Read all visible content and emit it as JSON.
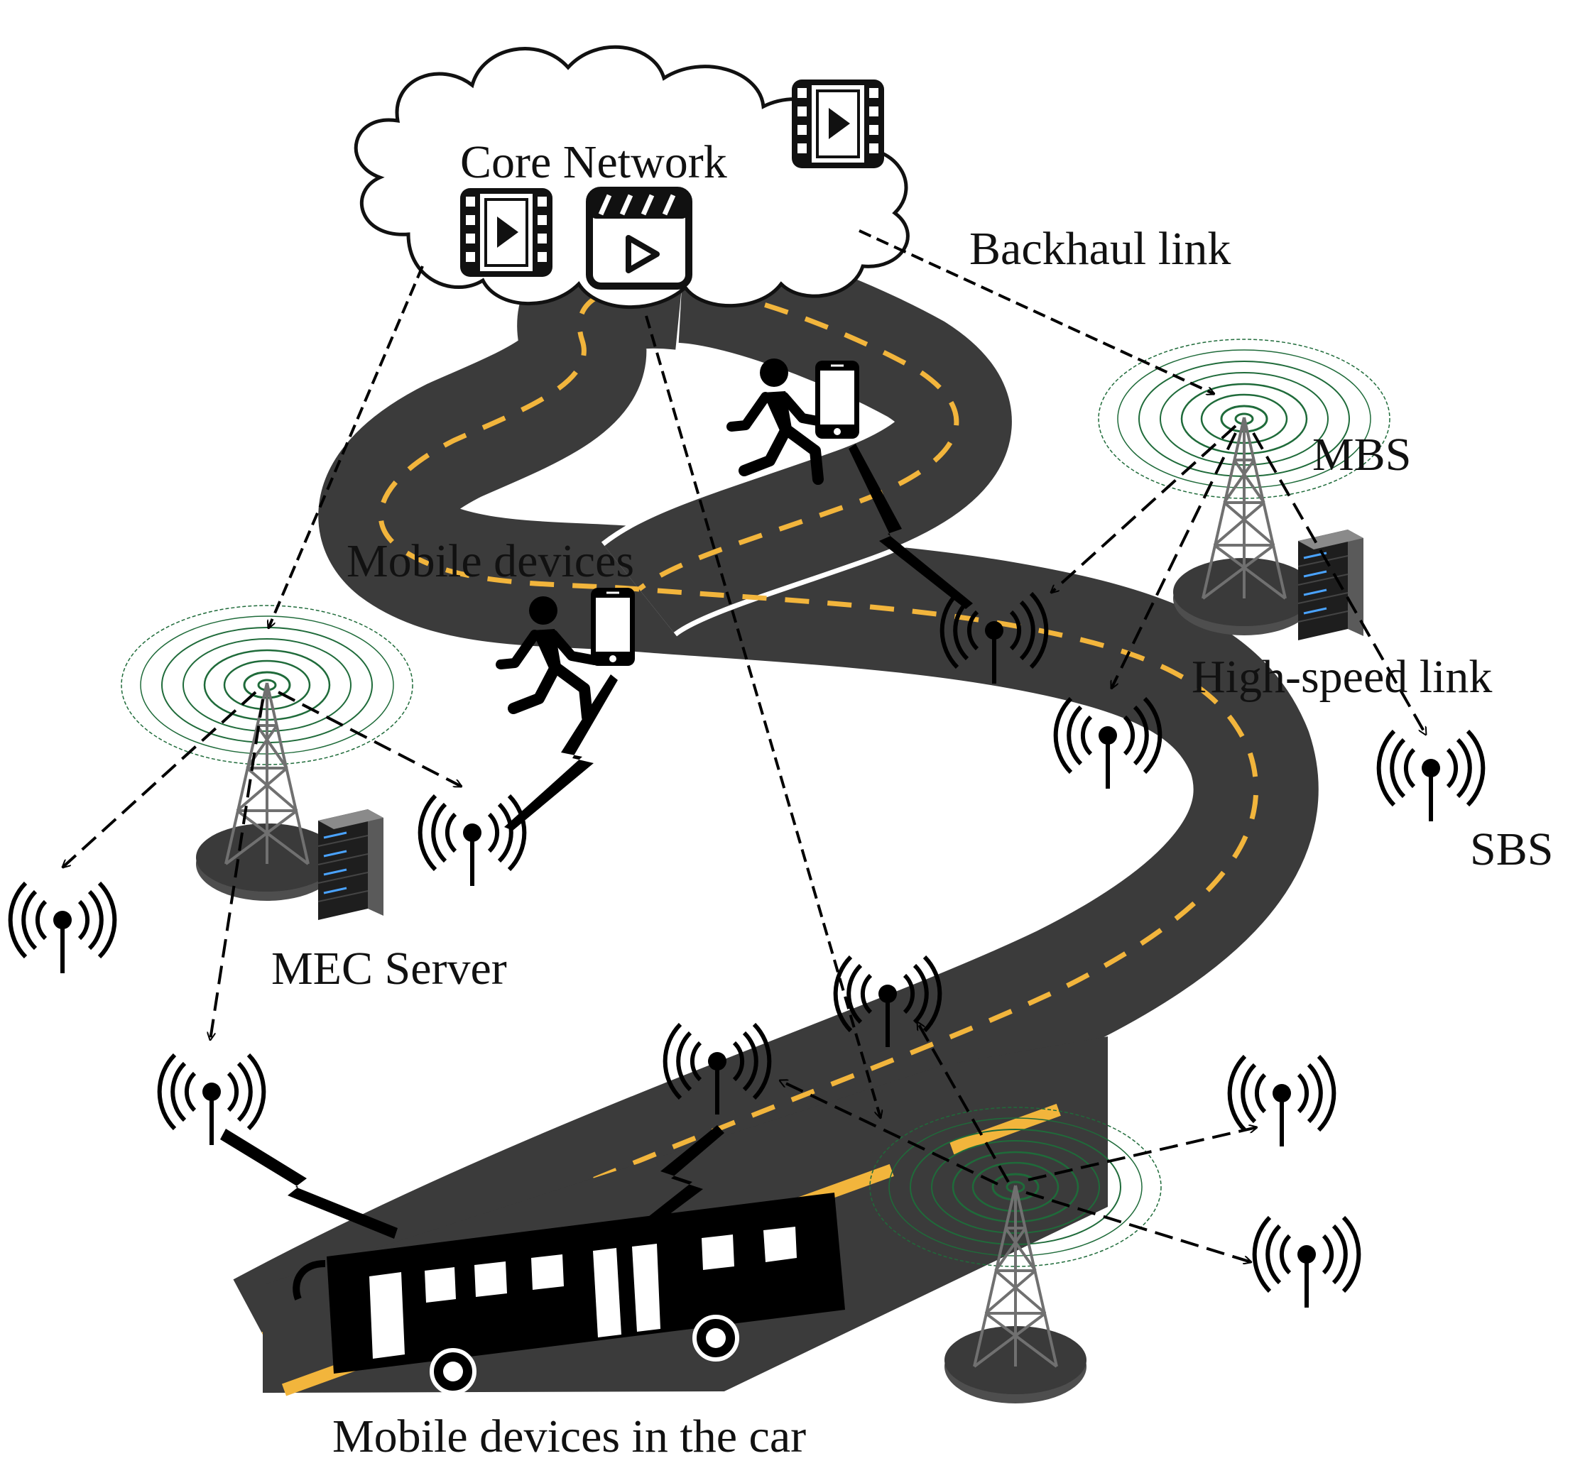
{
  "labels": {
    "core_network": "Core Network",
    "backhaul_link": "Backhaul link",
    "mbs": "MBS",
    "high_speed_link": "High-speed link",
    "sbs": "SBS",
    "mobile_devices": "Mobile devices",
    "mec_server": "MEC Server",
    "mobile_devices_in_car": "Mobile devices in the car"
  },
  "colors": {
    "road": "#3b3b3b",
    "road_edge": "#ffffff",
    "lane_marking": "#f2b53c",
    "coverage_ring": "#1f6b3a",
    "ink": "#000000"
  },
  "icons": [
    "cloud-icon",
    "video-file-icon",
    "clapperboard-icon",
    "tower-icon",
    "server-icon",
    "antenna-icon",
    "pedestrian-icon",
    "smartphone-icon",
    "bus-icon",
    "wireless-bolt-icon"
  ]
}
